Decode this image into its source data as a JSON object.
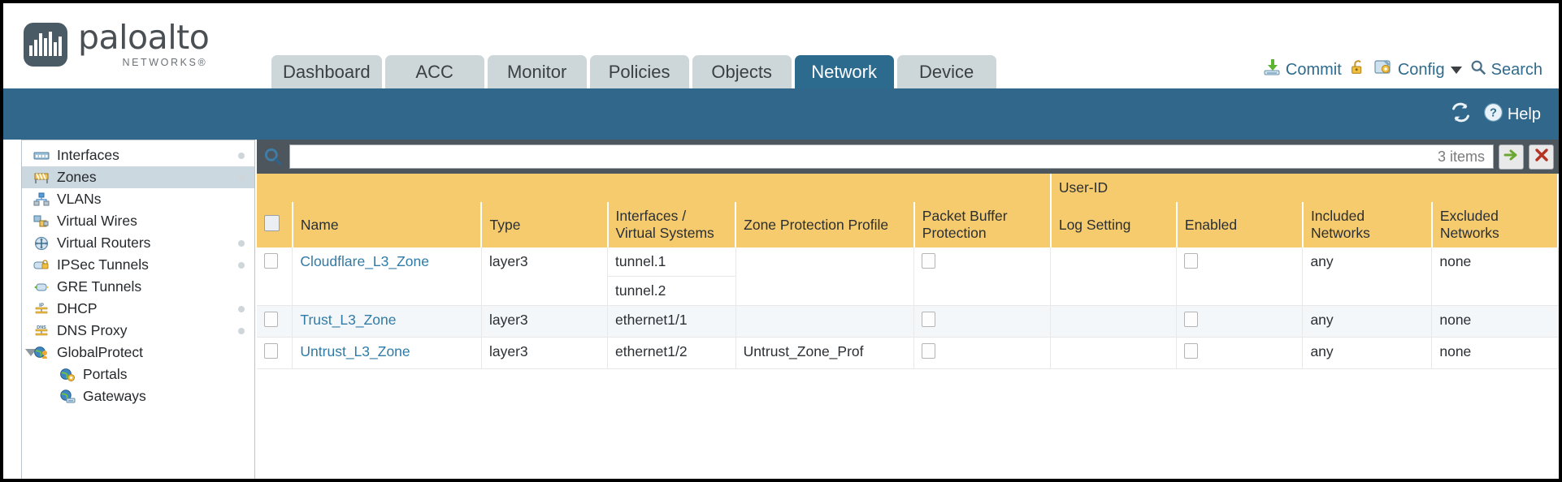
{
  "brand": {
    "name": "paloalto",
    "subtitle": "NETWORKS®"
  },
  "nav": {
    "tabs": [
      {
        "label": "Dashboard",
        "active": false
      },
      {
        "label": "ACC",
        "active": false
      },
      {
        "label": "Monitor",
        "active": false
      },
      {
        "label": "Policies",
        "active": false
      },
      {
        "label": "Objects",
        "active": false
      },
      {
        "label": "Network",
        "active": true
      },
      {
        "label": "Device",
        "active": false
      }
    ],
    "actions": [
      {
        "label": "Commit",
        "icon": "commit-icon"
      },
      {
        "label": "",
        "icon": "lock-icon"
      },
      {
        "label": "Config",
        "icon": "config-icon",
        "caret": true
      },
      {
        "label": "Search",
        "icon": "search-icon"
      }
    ]
  },
  "band": {
    "refresh_icon": "refresh-icon",
    "help_label": "Help",
    "help_icon": "help-icon"
  },
  "sidebar": {
    "items": [
      {
        "label": "Interfaces",
        "icon": "interfaces-icon",
        "dot": true,
        "child": false,
        "selected": false,
        "expander": false
      },
      {
        "label": "Zones",
        "icon": "zones-icon",
        "dot": true,
        "child": false,
        "selected": true,
        "expander": false
      },
      {
        "label": "VLANs",
        "icon": "vlans-icon",
        "dot": false,
        "child": false,
        "selected": false,
        "expander": false
      },
      {
        "label": "Virtual Wires",
        "icon": "virtual-wires-icon",
        "dot": false,
        "child": false,
        "selected": false,
        "expander": false
      },
      {
        "label": "Virtual Routers",
        "icon": "virtual-routers-icon",
        "dot": true,
        "child": false,
        "selected": false,
        "expander": false
      },
      {
        "label": "IPSec Tunnels",
        "icon": "ipsec-tunnels-icon",
        "dot": true,
        "child": false,
        "selected": false,
        "expander": false
      },
      {
        "label": "GRE Tunnels",
        "icon": "gre-tunnels-icon",
        "dot": false,
        "child": false,
        "selected": false,
        "expander": false
      },
      {
        "label": "DHCP",
        "icon": "dhcp-icon",
        "dot": true,
        "child": false,
        "selected": false,
        "expander": false
      },
      {
        "label": "DNS Proxy",
        "icon": "dns-proxy-icon",
        "dot": true,
        "child": false,
        "selected": false,
        "expander": false
      },
      {
        "label": "GlobalProtect",
        "icon": "globalprotect-icon",
        "dot": false,
        "child": false,
        "selected": false,
        "expander": true
      },
      {
        "label": "Portals",
        "icon": "portals-icon",
        "dot": false,
        "child": true,
        "selected": false,
        "expander": false
      },
      {
        "label": "Gateways",
        "icon": "gateways-icon",
        "dot": false,
        "child": true,
        "selected": false,
        "expander": false
      }
    ]
  },
  "search": {
    "value": "",
    "placeholder": "",
    "items_count": "3 items",
    "apply_icon": "apply-filter-icon",
    "clear_icon": "clear-filter-icon",
    "magnifier_icon": "search-icon"
  },
  "table": {
    "group_header": "User-ID",
    "columns": [
      "Name",
      "Type",
      "Interfaces / Virtual Systems",
      "Zone Protection Profile",
      "Packet Buffer Protection",
      "Log Setting",
      "Enabled",
      "Included Networks",
      "Excluded Networks"
    ],
    "rows": [
      {
        "selected": false,
        "name": "Cloudflare_L3_Zone",
        "type": "layer3",
        "interfaces": [
          "tunnel.1",
          "tunnel.2"
        ],
        "zone_protection_profile": "",
        "packet_buffer_protection": false,
        "log_setting": "",
        "userid_enabled": false,
        "included_networks": "any",
        "excluded_networks": "none"
      },
      {
        "selected": false,
        "name": "Trust_L3_Zone",
        "type": "layer3",
        "interfaces": [
          "ethernet1/1"
        ],
        "zone_protection_profile": "",
        "packet_buffer_protection": false,
        "log_setting": "",
        "userid_enabled": false,
        "included_networks": "any",
        "excluded_networks": "none"
      },
      {
        "selected": false,
        "name": "Untrust_L3_Zone",
        "type": "layer3",
        "interfaces": [
          "ethernet1/2"
        ],
        "zone_protection_profile": "Untrust_Zone_Prof",
        "packet_buffer_protection": false,
        "log_setting": "",
        "userid_enabled": false,
        "included_networks": "any",
        "excluded_networks": "none"
      }
    ]
  },
  "colors": {
    "band_blue": "#30678a",
    "active_tab": "#2c6a8e",
    "header_amber": "#f5cb6e",
    "group_amber": "#e0b352",
    "link_blue": "#2f7ba6",
    "toolbar_gray": "#4c565c"
  }
}
